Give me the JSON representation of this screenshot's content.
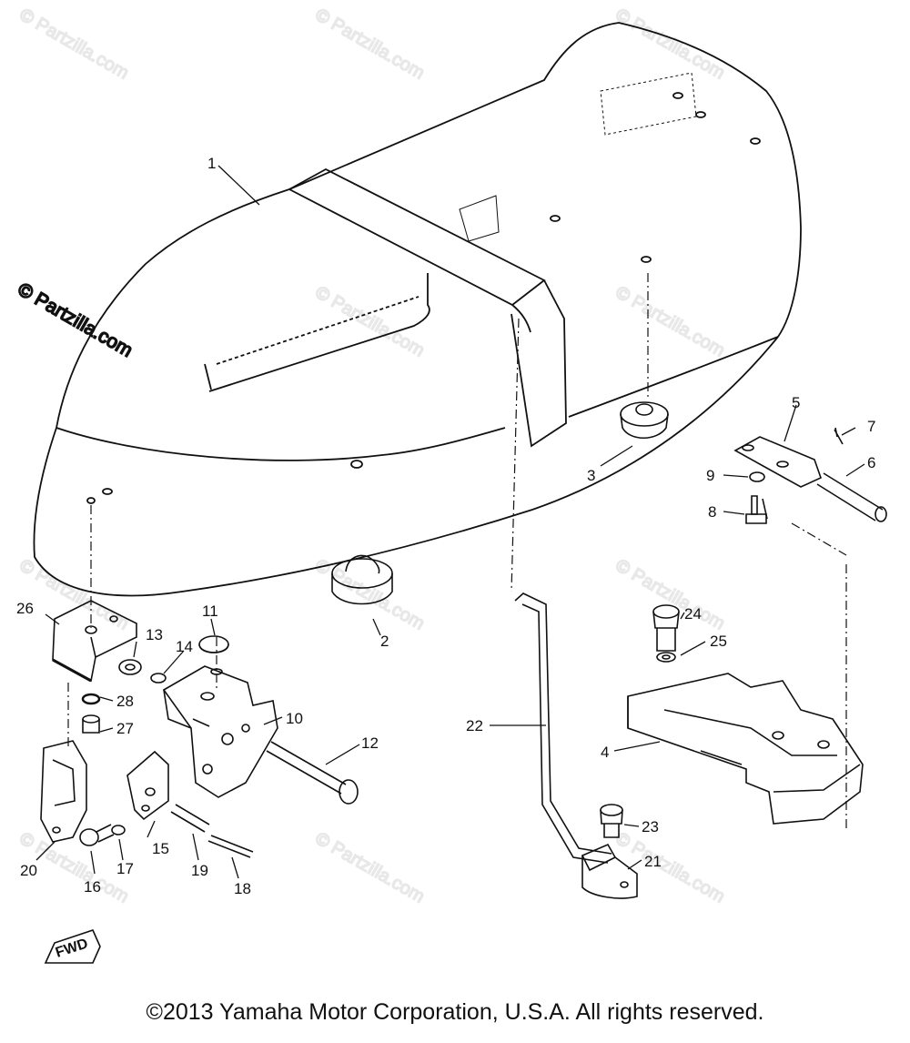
{
  "diagram": {
    "callouts": [
      "1",
      "2",
      "3",
      "4",
      "5",
      "6",
      "7",
      "8",
      "9",
      "10",
      "11",
      "12",
      "13",
      "14",
      "15",
      "16",
      "17",
      "18",
      "19",
      "20",
      "21",
      "22",
      "23",
      "24",
      "25",
      "26",
      "27",
      "28"
    ],
    "fwd_label": "FWD"
  },
  "watermark": {
    "text": "© Partzilla.com"
  },
  "footer": {
    "copyright": "©2013 Yamaha Motor Corporation, U.S.A. All rights reserved."
  },
  "colors": {
    "ink": "#111111",
    "paper": "#ffffff"
  }
}
